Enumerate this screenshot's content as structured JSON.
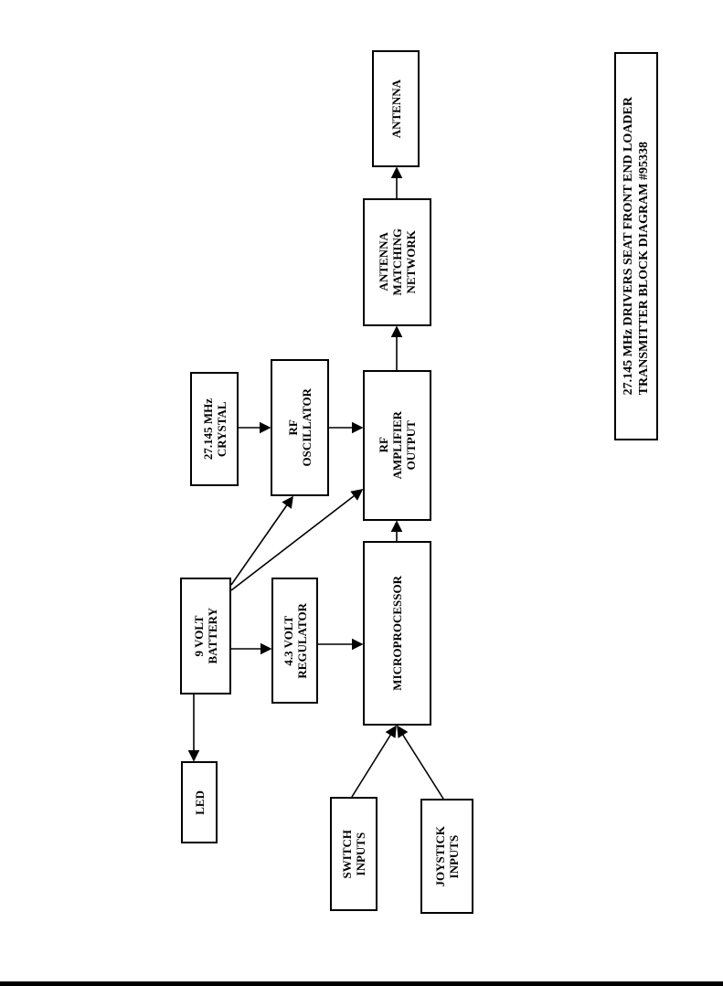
{
  "title": {
    "line1": "27.145 MHz DRIVERS SEAT FRONT END LOADER",
    "line2": "TRANSMITTER BLOCK DIAGRAM #95338"
  },
  "blocks": {
    "led": "LED",
    "battery": "9 VOLT\nBATTERY",
    "crystal": "27.145 MHz\nCRYSTAL",
    "oscillator": "RF\nOSCILLATOR",
    "regulator": "4.3 VOLT\nREGULATOR",
    "microprocessor": "MICROPROCESSOR",
    "amplifier": "RF\nAMPLIFIER\nOUTPUT",
    "matching": "ANTENNA\nMATCHING\nNETWORK",
    "antenna": "ANTENNA",
    "switch": "SWITCH\nINPUTS",
    "joystick": "JOYSTICK\nINPUTS"
  }
}
